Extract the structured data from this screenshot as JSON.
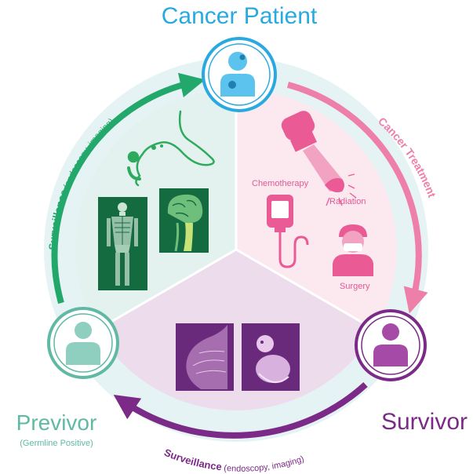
{
  "stages": {
    "cancer_patient": {
      "label": "Cancer Patient",
      "color": "#29a9e0"
    },
    "survivor": {
      "label": "Survivor",
      "color": "#7b2a87"
    },
    "previvor": {
      "label": "Previvor",
      "sublabel": "(Germline Positive)",
      "color": "#5fb9a4"
    }
  },
  "arcs": {
    "left_surveillance": {
      "bold": "Surveillance",
      "detail": " (endoscopy, imaging)",
      "color": "#22a86a"
    },
    "treatment": {
      "label": "Cancer Treatment",
      "color": "#ee7fa9"
    },
    "bottom_surveillance": {
      "bold": "Surveillance",
      "detail": " (endoscopy, imaging)",
      "color": "#7b2a87"
    }
  },
  "treatments": {
    "chemotherapy": "Chemotherapy",
    "radiation": "Radiation",
    "surgery": "Surgery"
  },
  "icons": {
    "endoscope": "endoscope-icon",
    "body_xray": "body-xray-icon",
    "brain_mri": "brain-mri-icon",
    "breast_scan": "breast-scan-icon",
    "fetus_scan": "ultrasound-scan-icon",
    "iv_bag": "iv-bag-icon",
    "radiation_machine": "radiation-machine-icon",
    "surgeon": "surgeon-icon",
    "person": "person-icon"
  }
}
